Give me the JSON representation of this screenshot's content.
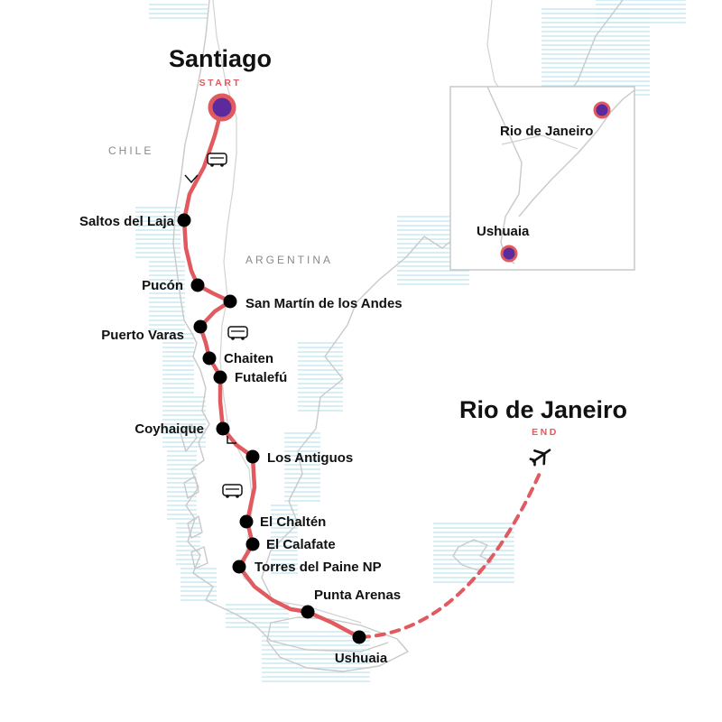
{
  "start": {
    "city": "Santiago",
    "tag": "START"
  },
  "end": {
    "city": "Rio de Janeiro",
    "tag": "END"
  },
  "countries": [
    "CHILE",
    "ARGENTINA"
  ],
  "stops": [
    "Saltos del Laja",
    "Pucón",
    "San Martín de los Andes",
    "Puerto Varas",
    "Chaiten",
    "Futalefú",
    "Coyhaique",
    "Los Antiguos",
    "El Chaltén",
    "El Calafate",
    "Torres del Paine NP",
    "Punta Arenas",
    "Ushuaia"
  ],
  "inset": {
    "north_label": "Rio de Janeiro",
    "south_label": "Ushuaia"
  },
  "transport_icons": [
    "bus-icon",
    "bus-icon",
    "bus-icon",
    "plane-icon"
  ],
  "colors": {
    "route": "#e05a5f",
    "stop": "#000000",
    "endpoint_fill": "#5b2a9c",
    "sea_lines": "#bfe3ee"
  }
}
